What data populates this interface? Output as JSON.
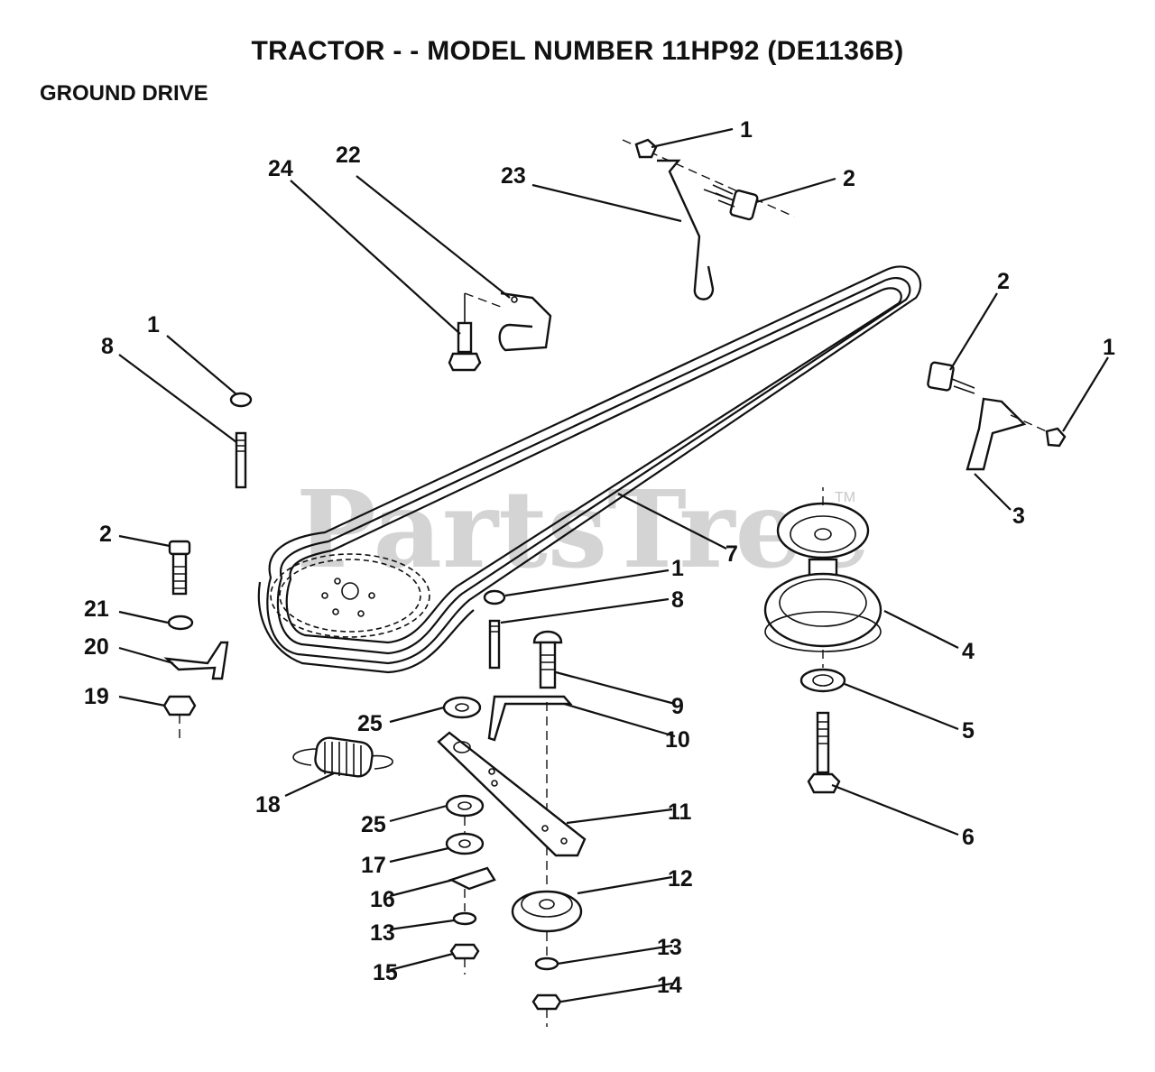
{
  "header": {
    "title": "TRACTOR - - MODEL NUMBER 11HP92 (DE1136B)",
    "section": "GROUND DRIVE"
  },
  "watermark": {
    "text": "PartsTree",
    "tm": "TM"
  },
  "callouts": [
    {
      "id": "c1a",
      "label": "1"
    },
    {
      "id": "c2a",
      "label": "2"
    },
    {
      "id": "c23",
      "label": "23"
    },
    {
      "id": "c22",
      "label": "22"
    },
    {
      "id": "c24",
      "label": "24"
    },
    {
      "id": "c2b",
      "label": "2"
    },
    {
      "id": "c1b",
      "label": "1"
    },
    {
      "id": "c3",
      "label": "3"
    },
    {
      "id": "c1c",
      "label": "1"
    },
    {
      "id": "c8a",
      "label": "8"
    },
    {
      "id": "c2c",
      "label": "2"
    },
    {
      "id": "c21",
      "label": "21"
    },
    {
      "id": "c20",
      "label": "20"
    },
    {
      "id": "c19",
      "label": "19"
    },
    {
      "id": "c7",
      "label": "7"
    },
    {
      "id": "c1d",
      "label": "1"
    },
    {
      "id": "c8b",
      "label": "8"
    },
    {
      "id": "c4",
      "label": "4"
    },
    {
      "id": "c9",
      "label": "9"
    },
    {
      "id": "c10",
      "label": "10"
    },
    {
      "id": "c5",
      "label": "5"
    },
    {
      "id": "c25a",
      "label": "25"
    },
    {
      "id": "c18",
      "label": "18"
    },
    {
      "id": "c11",
      "label": "11"
    },
    {
      "id": "c6",
      "label": "6"
    },
    {
      "id": "c25b",
      "label": "25"
    },
    {
      "id": "c17",
      "label": "17"
    },
    {
      "id": "c12",
      "label": "12"
    },
    {
      "id": "c16",
      "label": "16"
    },
    {
      "id": "c13a",
      "label": "13"
    },
    {
      "id": "c13b",
      "label": "13"
    },
    {
      "id": "c15",
      "label": "15"
    },
    {
      "id": "c14",
      "label": "14"
    }
  ]
}
